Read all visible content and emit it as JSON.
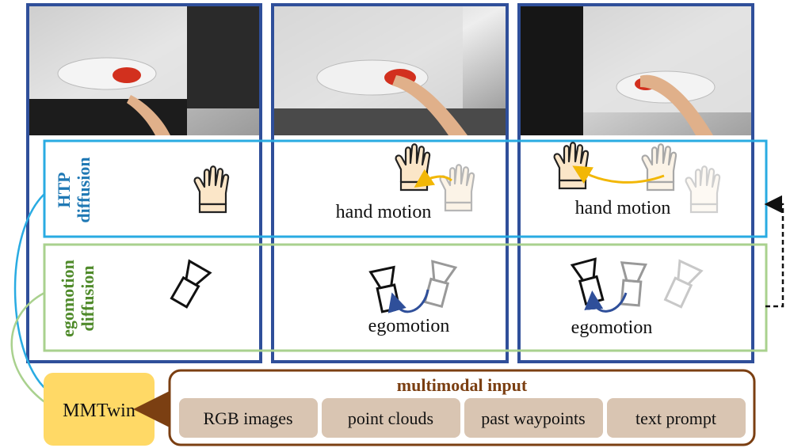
{
  "labels": {
    "htp_line1": "HTP",
    "htp_line2": "diffusion",
    "ego_line1": "egomotion",
    "ego_line2": "diffusion",
    "hand_motion_2": "hand motion",
    "hand_motion_3": "hand motion",
    "egomotion_2": "egomotion",
    "egomotion_3": "egomotion"
  },
  "model": {
    "name": "MMTwin"
  },
  "inputs": {
    "title": "multimodal input",
    "items": [
      "RGB images",
      "point clouds",
      "past waypoints",
      "text prompt"
    ]
  },
  "colors": {
    "panel_border": "#2f4f9a",
    "htp_band": "#29abe2",
    "htp_text": "#1f78b4",
    "ego_band": "#a9d18e",
    "ego_text": "#4f8a2a",
    "hand_trail": "#f2b705",
    "ego_trail": "#2f4f9a",
    "mmtwin_fill": "#ffd966",
    "input_border": "#7b3f12",
    "input_title": "#7b3f12",
    "chip_fill": "#d9c5b2"
  },
  "icons": {
    "hand": "hand-glove-icon",
    "camera": "camera-icon"
  }
}
